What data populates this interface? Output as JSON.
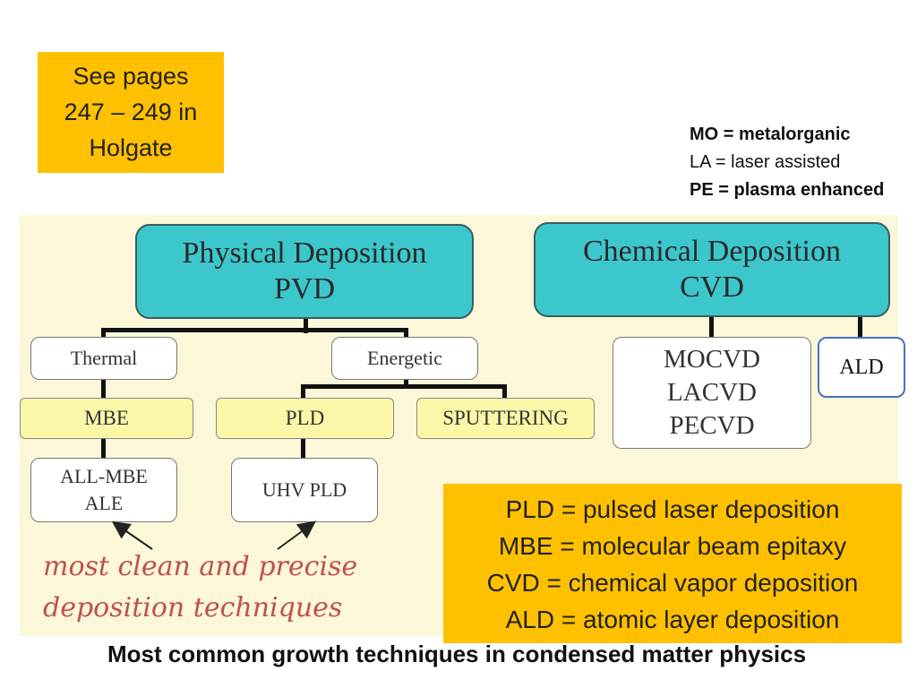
{
  "top_note": {
    "lines": [
      "See pages",
      "247 – 249 in",
      "Holgate"
    ]
  },
  "legend": {
    "mo": "MO = metalorganic",
    "la": "LA = laser assisted",
    "pe": "PE = plasma enhanced"
  },
  "diagram": {
    "pvd": {
      "line1": "Physical Deposition",
      "line2": "PVD"
    },
    "cvd": {
      "line1": "Chemical Deposition",
      "line2": "CVD"
    },
    "thermal": "Thermal",
    "energetic": "Energetic",
    "mbe": "MBE",
    "pld": "PLD",
    "sputtering": "SPUTTERING",
    "all_mbe": {
      "line1": "ALL-MBE",
      "line2": "ALE"
    },
    "uhv_pld": "UHV PLD",
    "cvd_variants": [
      "MOCVD",
      "LACVD",
      "PECVD"
    ],
    "ald": "ALD",
    "slogan": {
      "line1": "most clean and precise",
      "line2": "deposition techniques"
    }
  },
  "abbreviations": [
    "PLD = pulsed laser deposition",
    "MBE = molecular beam epitaxy",
    "CVD = chemical vapor deposition",
    "ALD = atomic layer deposition"
  ],
  "caption": "Most common growth techniques in condensed matter physics",
  "colors": {
    "note": "#ffc000",
    "diagram_bg": "#fbf7d8",
    "cyan": "#3cc7cc",
    "yellow_box": "#fbf7a8",
    "slogan": "#c0504d"
  }
}
